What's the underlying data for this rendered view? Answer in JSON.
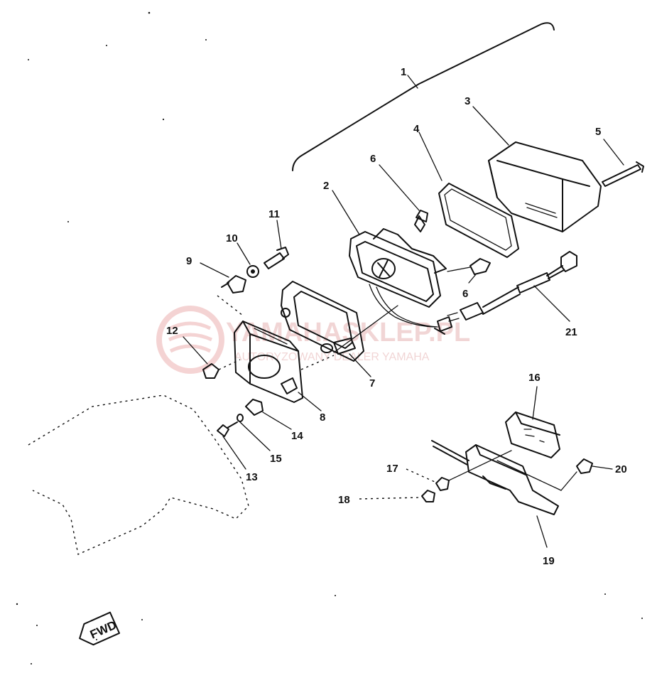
{
  "watermark": {
    "brand": "YAMAHASKLEP.PL",
    "tagline": "AUTORYZOWANY DEALER YAMAHA",
    "color": "#e8a0a0"
  },
  "fwd_stamp": "FWD",
  "callouts": [
    "1",
    "2",
    "3",
    "4",
    "5",
    "6",
    "6",
    "7",
    "8",
    "9",
    "10",
    "11",
    "12",
    "13",
    "14",
    "15",
    "16",
    "17",
    "18",
    "19",
    "20",
    "21"
  ]
}
